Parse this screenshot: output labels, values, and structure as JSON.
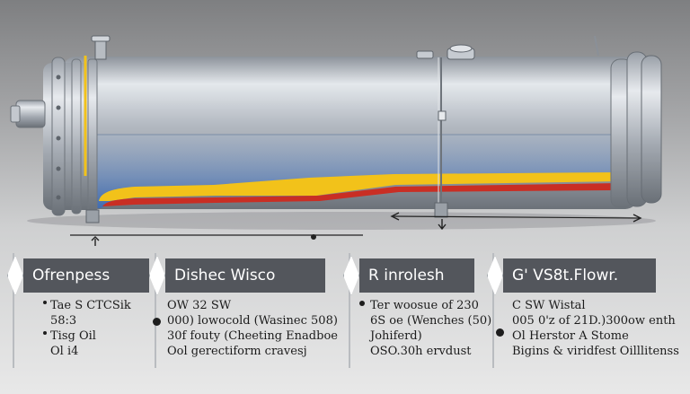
{
  "colors": {
    "background_top": "#7e7f81",
    "background_bottom": "#e8e8e8",
    "cylinder_body": "#b6bcc4",
    "header_fill": "#53565c",
    "blue_layer": "#5e86c4",
    "yellow_layer": "#f2c21a",
    "red_layer": "#c92e24"
  },
  "cards": [
    {
      "header": "Ofrenpess",
      "lines": [
        "Tae S CTCSik",
        "58:3",
        "Tisg Oil",
        "Ol i4"
      ]
    },
    {
      "header": "Dishec Wisco",
      "lines": [
        "OW 32 SW",
        "000) lowocold (Wasinec 508)",
        "30f fouty (Cheeting Enadboe",
        "Ool gerectiform cravesj"
      ]
    },
    {
      "header": "R inrolesh",
      "lines": [
        "Ter woosue of 230",
        "6S oe (Wenches (50)",
        "Johiferd)",
        "OSO.30h ervdust"
      ]
    },
    {
      "header": "G' VS8t.Flowr.",
      "lines": [
        "C SW Wistal",
        "005 0'z of 21D.)300ow enth",
        "Ol Herstor A Stome",
        "Bigins & viridfest Oilllitenss"
      ]
    }
  ]
}
